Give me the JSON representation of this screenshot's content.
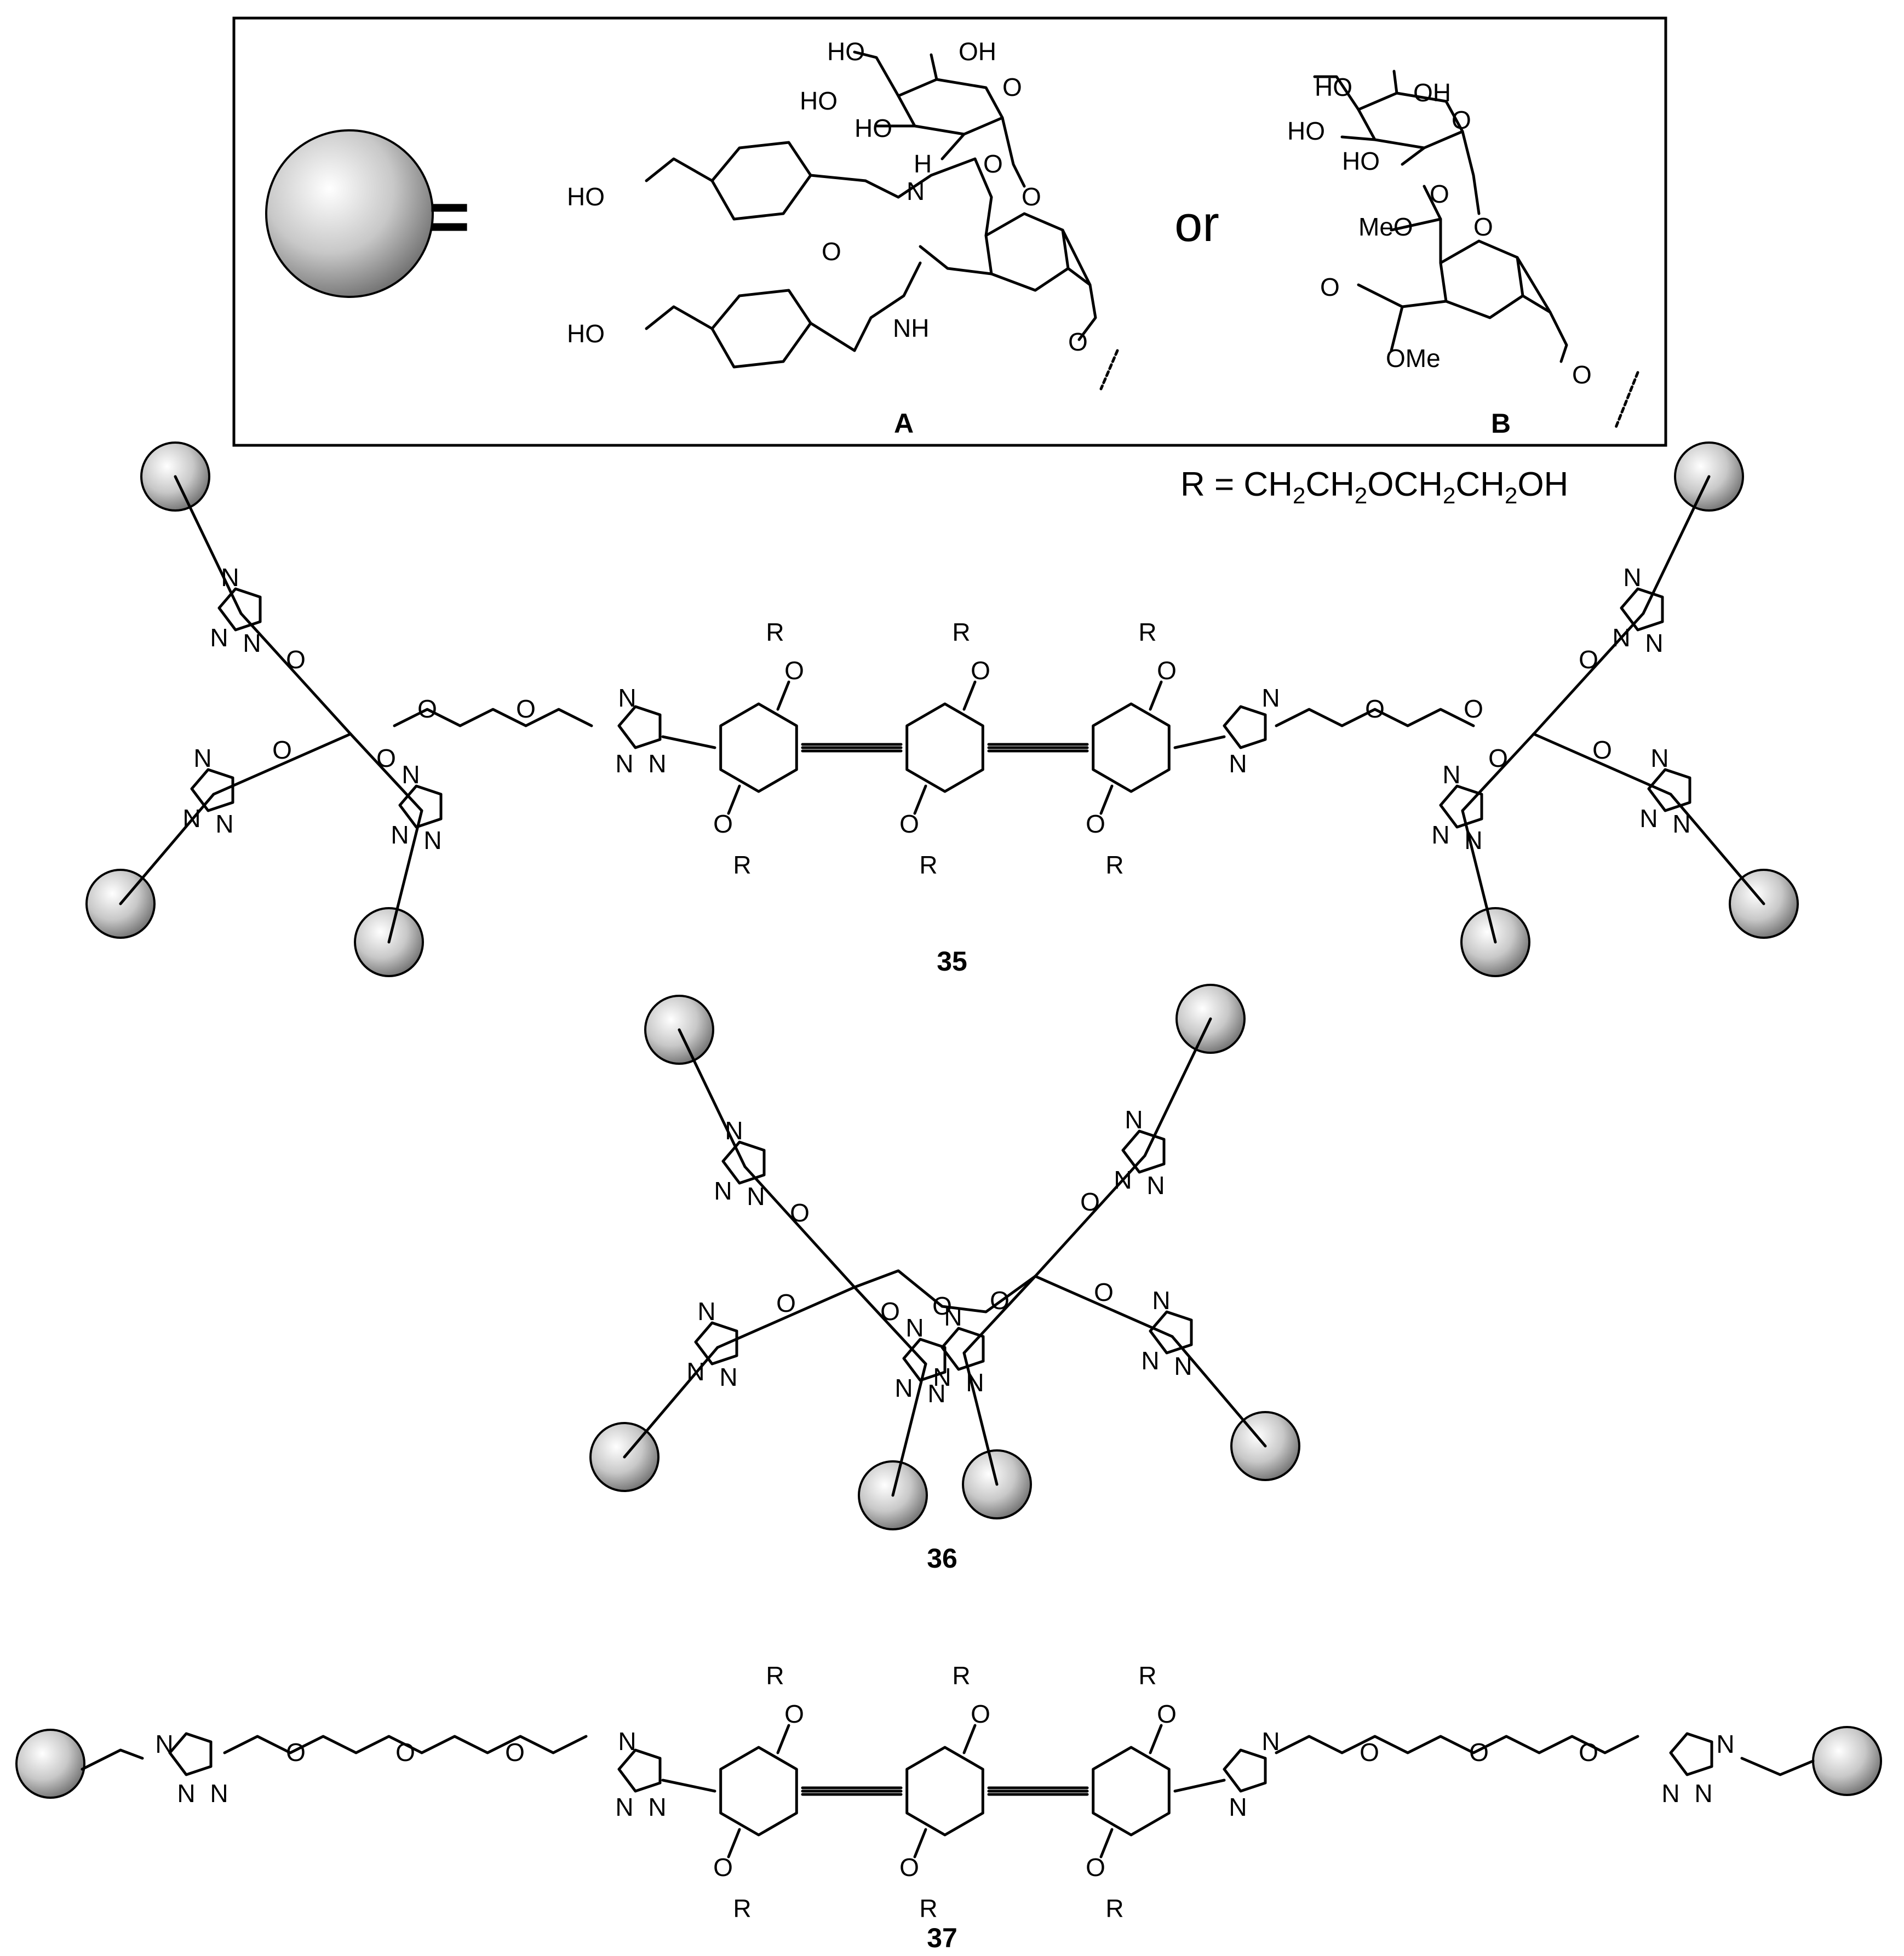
{
  "legend": {
    "equals": "=",
    "or": "or",
    "label_a": "A",
    "label_b": "B",
    "r_def_prefix": "R = CH",
    "r_def_parts": [
      "CH",
      "2",
      "CH",
      "2",
      "OCH",
      "2",
      "CH",
      "2",
      "OH"
    ],
    "atoms_a": [
      "HO",
      "OH",
      "O",
      "HO",
      "HO",
      "H",
      "N",
      "O",
      "HO",
      "O",
      "O",
      "NH",
      "HO",
      "O"
    ],
    "atoms_b": [
      "HO",
      "OH",
      "O",
      "HO",
      "HO",
      "MeO",
      "O",
      "O",
      "O",
      "OMe",
      "O"
    ]
  },
  "compounds": [
    {
      "label": "35"
    },
    {
      "label": "36"
    },
    {
      "label": "37"
    }
  ],
  "atom_labels": {
    "R": "R",
    "O": "O",
    "N": "N",
    "N1": "N"
  },
  "colors": {
    "sphere_light": "#ffffff",
    "sphere_mid": "#c8c8c8",
    "sphere_dark": "#6e6e6e"
  }
}
